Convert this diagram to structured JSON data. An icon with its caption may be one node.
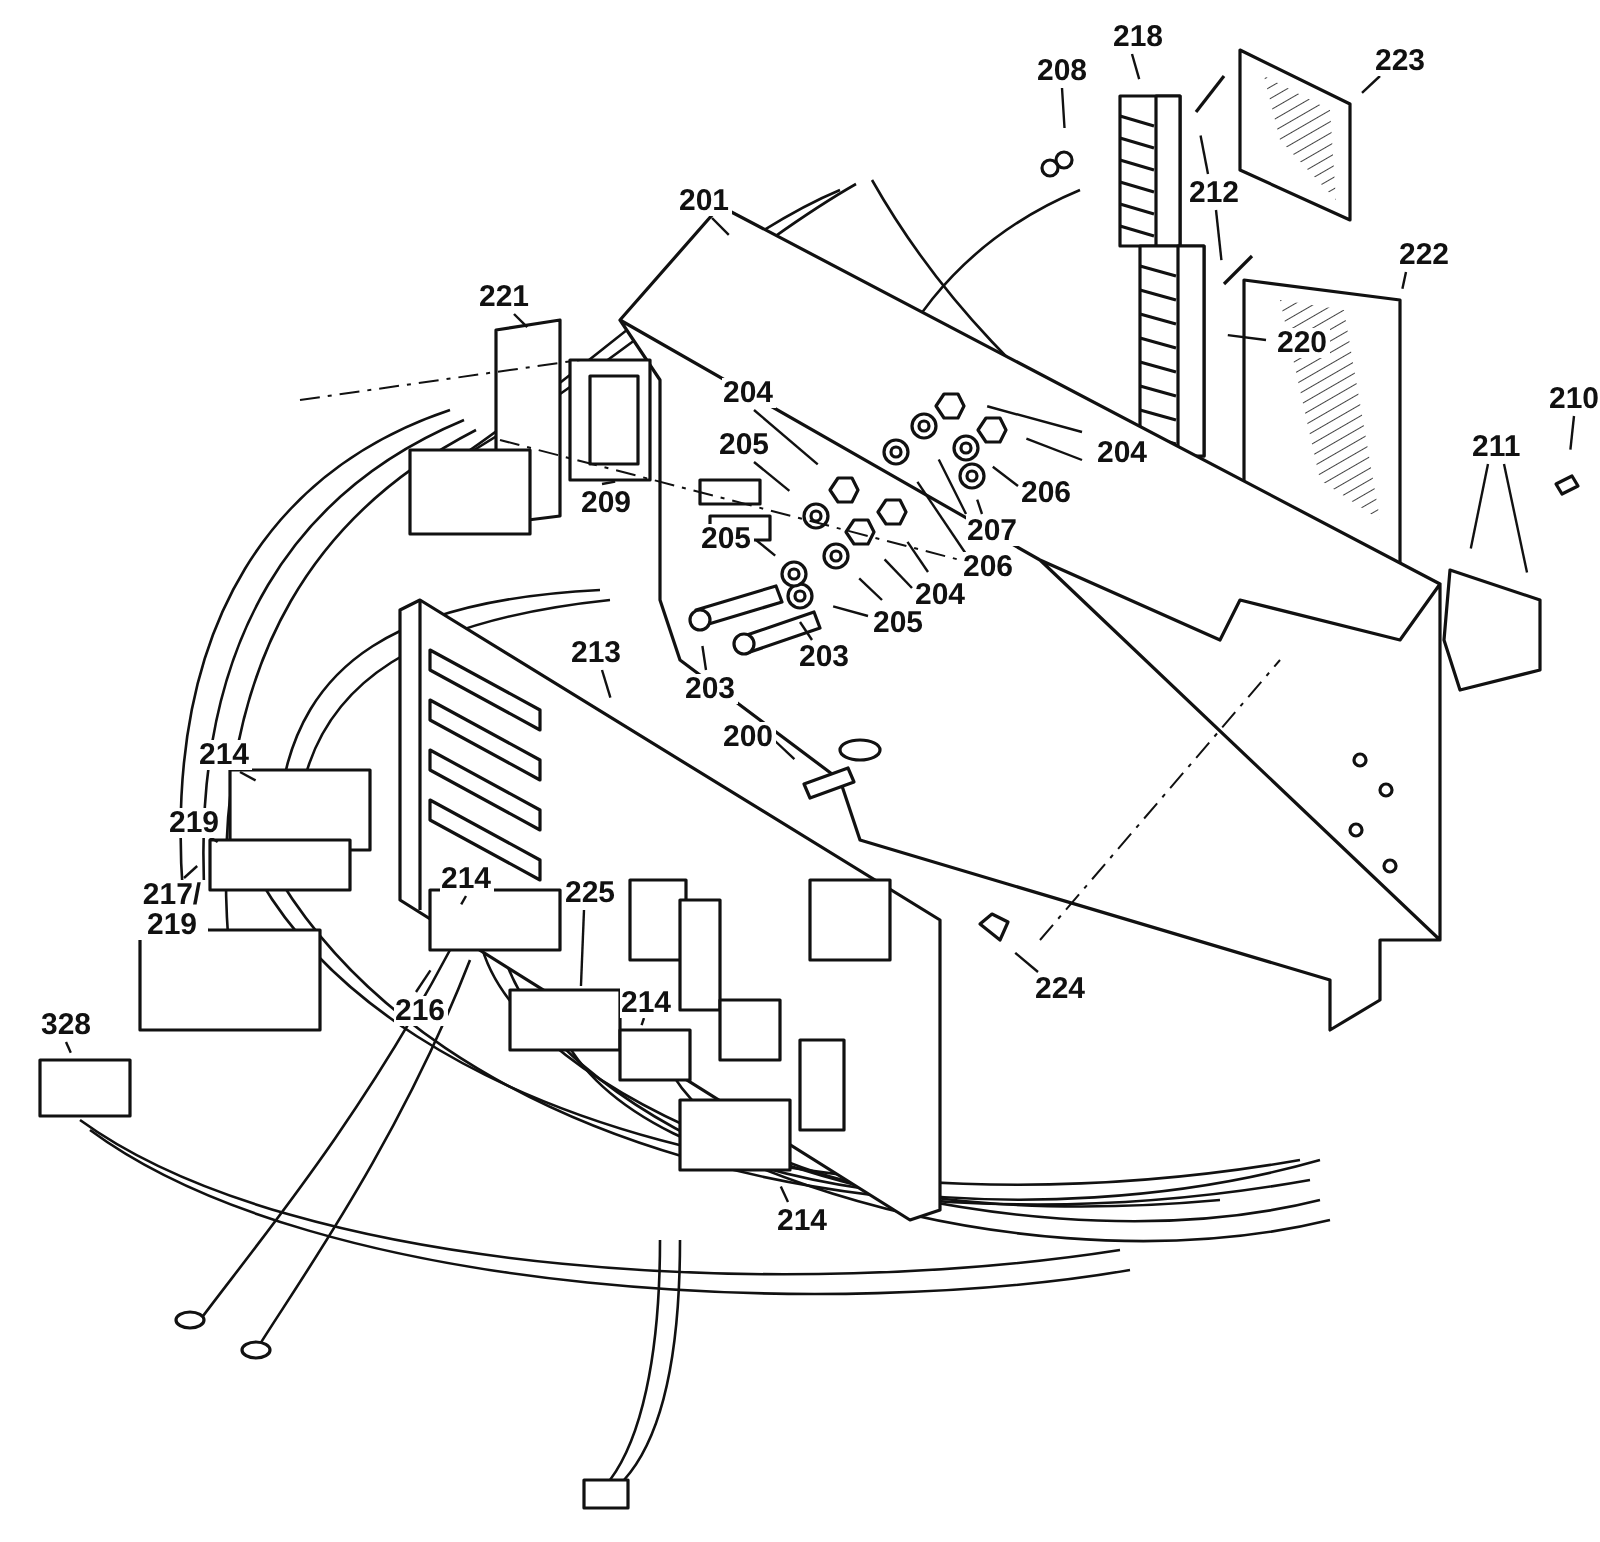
{
  "diagram": {
    "nodes": [
      {
        "text": [
          "218"
        ]
      },
      {
        "text": [
          "208"
        ]
      },
      {
        "text": [
          "223"
        ]
      },
      {
        "text": [
          "201"
        ]
      },
      {
        "text": [
          "212"
        ]
      },
      {
        "text": [
          "222"
        ]
      },
      {
        "text": [
          "221"
        ]
      },
      {
        "text": [
          "220"
        ]
      },
      {
        "text": [
          "204"
        ]
      },
      {
        "text": [
          "205"
        ]
      },
      {
        "text": [
          "204"
        ]
      },
      {
        "text": [
          "206"
        ]
      },
      {
        "text": [
          "211"
        ]
      },
      {
        "text": [
          "210"
        ]
      },
      {
        "text": [
          "209"
        ]
      },
      {
        "text": [
          "205"
        ]
      },
      {
        "text": [
          "207"
        ]
      },
      {
        "text": [
          "206"
        ]
      },
      {
        "text": [
          "205"
        ]
      },
      {
        "text": [
          "204"
        ]
      },
      {
        "text": [
          "203"
        ]
      },
      {
        "text": [
          "203"
        ]
      },
      {
        "text": [
          "213"
        ]
      },
      {
        "text": [
          "200"
        ]
      },
      {
        "text": [
          "214"
        ]
      },
      {
        "text": [
          "219"
        ]
      },
      {
        "text": [
          "214"
        ]
      },
      {
        "text": [
          "225"
        ]
      },
      {
        "text": [
          "217/ 219"
        ]
      },
      {
        "text": [
          "224"
        ]
      },
      {
        "text": [
          "216"
        ]
      },
      {
        "text": [
          "214"
        ]
      },
      {
        "text": [
          "328"
        ]
      },
      {
        "text": [
          "214"
        ]
      }
    ],
    "edges": [
      {
        "from": 0,
        "to": null,
        "arrow": "none"
      },
      {
        "from": 1,
        "to": null,
        "arrow": "none"
      },
      {
        "from": 2,
        "to": null,
        "arrow": "none"
      },
      {
        "from": 3,
        "to": null,
        "arrow": "none"
      },
      {
        "from": 4,
        "to": null,
        "arrow": "none"
      },
      {
        "from": 4,
        "to": null,
        "arrow": "none"
      },
      {
        "from": 5,
        "to": null,
        "arrow": "none"
      },
      {
        "from": 6,
        "to": null,
        "arrow": "none"
      },
      {
        "from": 7,
        "to": null,
        "arrow": "none"
      },
      {
        "from": 8,
        "to": null,
        "arrow": "none"
      },
      {
        "from": 9,
        "to": null,
        "arrow": "none"
      },
      {
        "from": 10,
        "to": null,
        "arrow": "none"
      },
      {
        "from": 10,
        "to": null,
        "arrow": "none"
      },
      {
        "from": 11,
        "to": null,
        "arrow": "none"
      },
      {
        "from": 12,
        "to": null,
        "arrow": "none"
      },
      {
        "from": 12,
        "to": null,
        "arrow": "none"
      },
      {
        "from": 13,
        "to": null,
        "arrow": "none"
      },
      {
        "from": 14,
        "to": null,
        "arrow": "none"
      },
      {
        "from": 15,
        "to": null,
        "arrow": "none"
      },
      {
        "from": 16,
        "to": null,
        "arrow": "none"
      },
      {
        "from": 16,
        "to": null,
        "arrow": "none"
      },
      {
        "from": 17,
        "to": null,
        "arrow": "none"
      },
      {
        "from": 18,
        "to": null,
        "arrow": "none"
      },
      {
        "from": 18,
        "to": null,
        "arrow": "none"
      },
      {
        "from": 19,
        "to": null,
        "arrow": "none"
      },
      {
        "from": 19,
        "to": null,
        "arrow": "none"
      },
      {
        "from": 20,
        "to": null,
        "arrow": "none"
      },
      {
        "from": 21,
        "to": null,
        "arrow": "none"
      },
      {
        "from": 22,
        "to": null,
        "arrow": "none"
      },
      {
        "from": 23,
        "to": null,
        "arrow": "none"
      },
      {
        "from": 24,
        "to": null,
        "arrow": "none"
      },
      {
        "from": 25,
        "to": null,
        "arrow": "none"
      },
      {
        "from": 26,
        "to": null,
        "arrow": "none"
      },
      {
        "from": 27,
        "to": null,
        "arrow": "none"
      },
      {
        "from": 28,
        "to": null,
        "arrow": "none"
      },
      {
        "from": 29,
        "to": null,
        "arrow": "none"
      },
      {
        "from": 30,
        "to": null,
        "arrow": "none"
      },
      {
        "from": 31,
        "to": null,
        "arrow": "none"
      },
      {
        "from": 32,
        "to": null,
        "arrow": "none"
      },
      {
        "from": 33,
        "to": null,
        "arrow": "none"
      }
    ]
  }
}
